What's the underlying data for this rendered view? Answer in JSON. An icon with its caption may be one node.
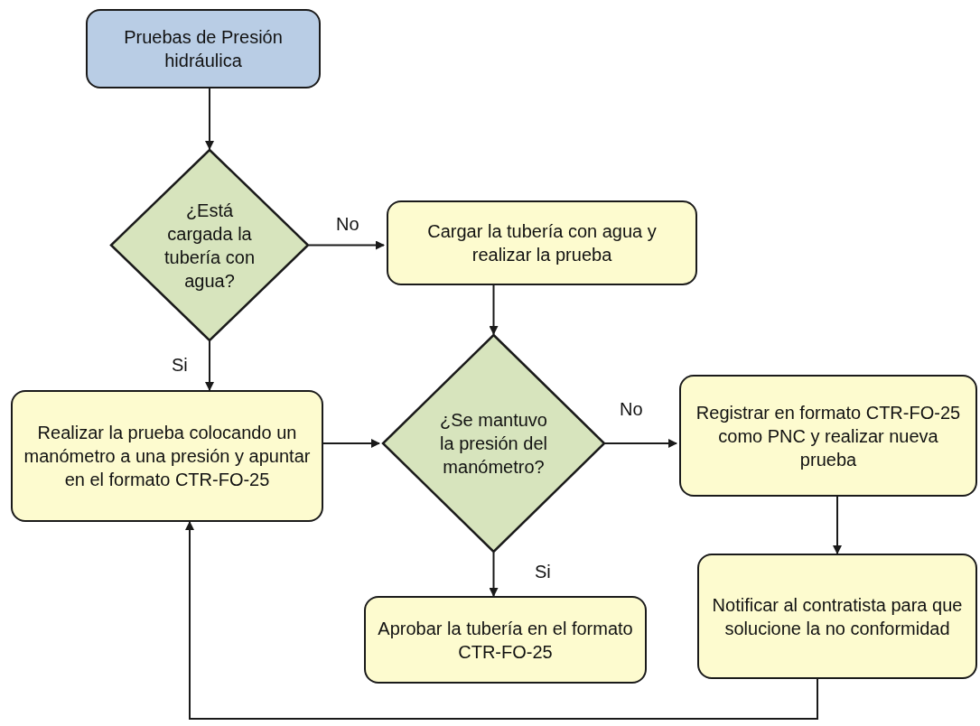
{
  "diagram": {
    "nodes": [
      {
        "text": [
          "Pruebas de Presión hidráulica"
        ]
      },
      {
        "text": [
          "¿Está cargada la tubería con agua?"
        ]
      },
      {
        "text": [
          "Cargar la tubería con agua y realizar la prueba"
        ]
      },
      {
        "text": [
          "Realizar la prueba colocando un manómetro a una presión y apuntar en el formato CTR-FO-25"
        ]
      },
      {
        "text": [
          "¿Se mantuvo la presión del manómetro?"
        ]
      },
      {
        "text": [
          "Registrar en formato CTR-FO-25 como PNC y realizar nueva prueba"
        ]
      },
      {
        "text": [
          "Aprobar la tubería en el formato CTR-FO-25"
        ]
      },
      {
        "text": [
          "Notificar al contratista para que solucione la no conformidad"
        ]
      }
    ],
    "edges": [
      {
        "from": 0,
        "to": 1,
        "arrow": "to"
      },
      {
        "from": 1,
        "to": 2,
        "arrow": "to",
        "label": "No"
      },
      {
        "from": 1,
        "to": 3,
        "arrow": "to",
        "label": "Si"
      },
      {
        "from": 2,
        "to": 4,
        "arrow": "to"
      },
      {
        "from": 3,
        "to": 4,
        "arrow": "to"
      },
      {
        "from": 4,
        "to": 5,
        "arrow": "to",
        "label": "No"
      },
      {
        "from": 4,
        "to": 6,
        "arrow": "to",
        "label": "Si"
      },
      {
        "from": 5,
        "to": 7,
        "arrow": "to"
      },
      {
        "from": 7,
        "to": 3,
        "arrow": "to"
      }
    ]
  }
}
